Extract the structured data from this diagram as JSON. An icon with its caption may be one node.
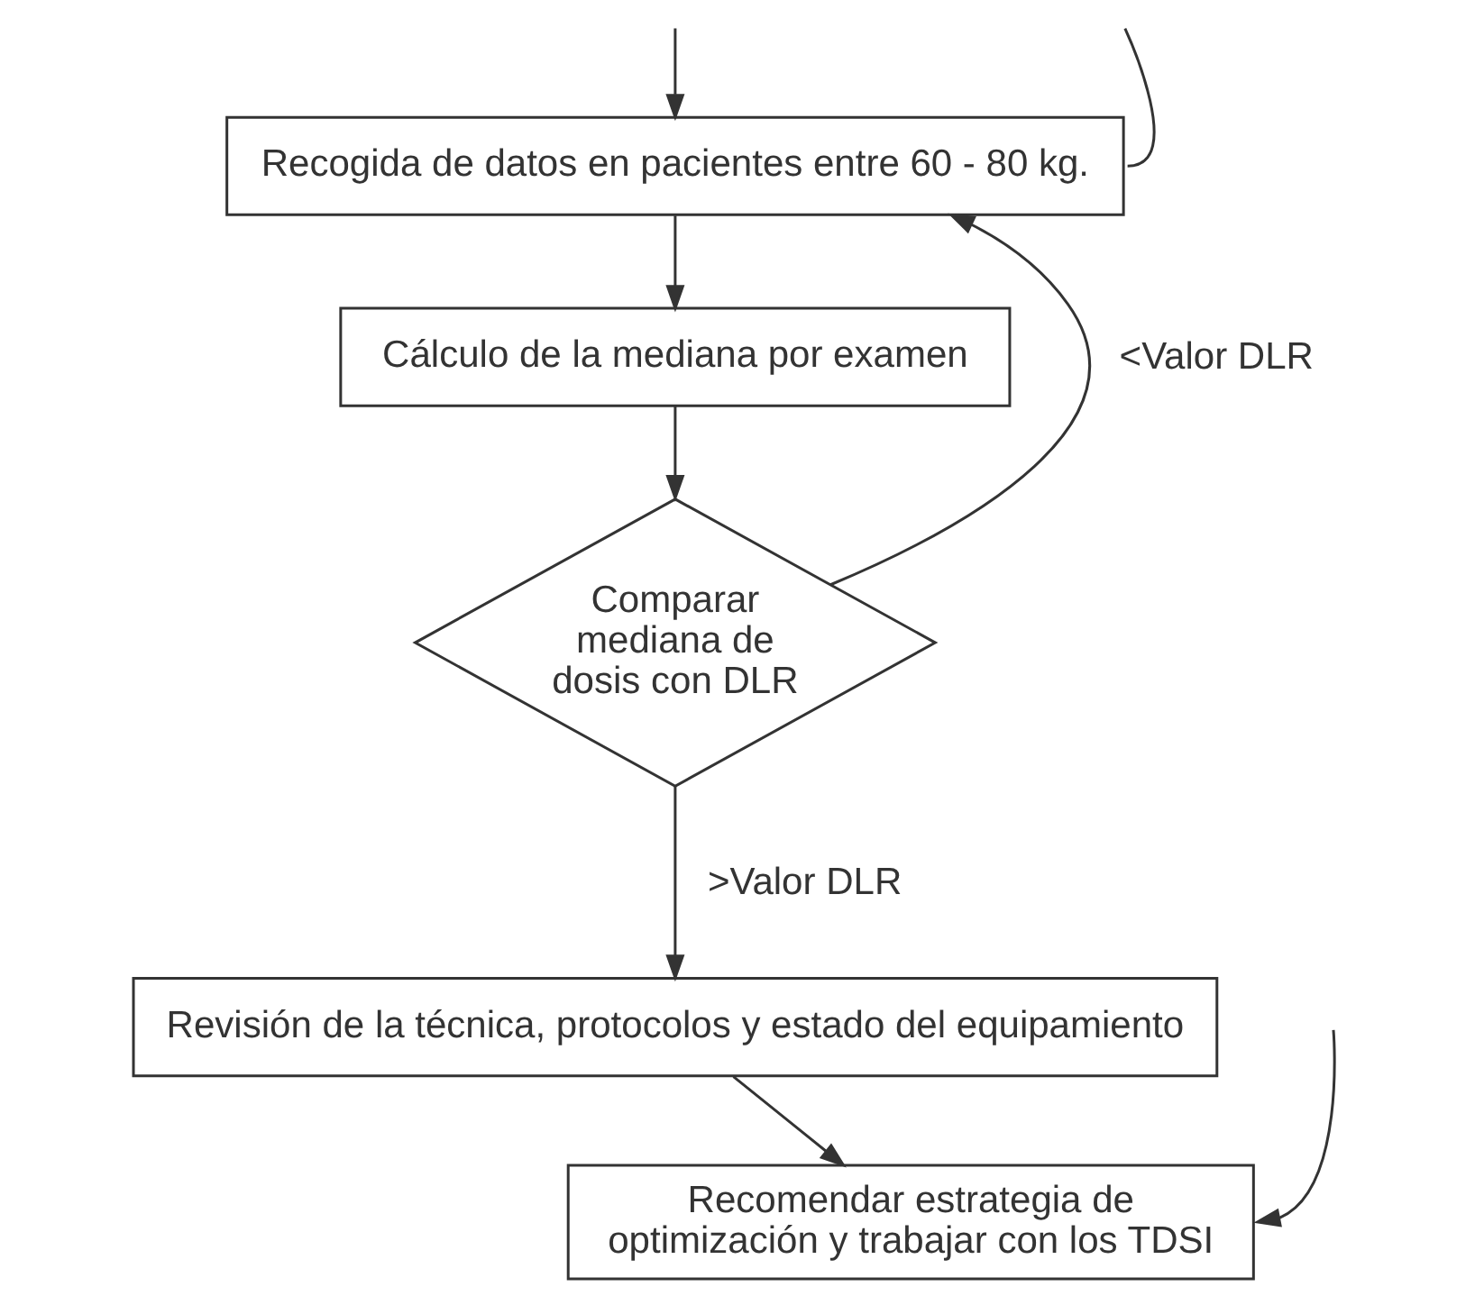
{
  "diagram": {
    "nodes": [
      {
        "text": [
          "Recogida de datos en pacientes entre 60 - 80 kg."
        ]
      },
      {
        "text": [
          "Cálculo de la mediana por examen"
        ]
      },
      {
        "text": [
          "Comparar mediana de dosis con DLR"
        ]
      },
      {
        "text": [
          "Revisión de la técnica, protocolos y estado del equipamiento"
        ]
      },
      {
        "text": [
          "Recomendar estrategia de optimización y trabajar con los TDSI"
        ]
      }
    ],
    "edges": [
      {
        "from": 0,
        "to": null,
        "arrow": "none"
      },
      {
        "from": null,
        "to": 0,
        "arrow": "to"
      },
      {
        "from": 0,
        "to": 1,
        "arrow": "to"
      },
      {
        "from": 1,
        "to": 2,
        "arrow": "to"
      },
      {
        "from": 2,
        "to": 0,
        "arrow": "to",
        "label": "<Valor DLR"
      },
      {
        "from": 2,
        "to": 3,
        "arrow": "to",
        "label": ">Valor DLR"
      },
      {
        "from": 3,
        "to": 4,
        "arrow": "to"
      },
      {
        "from": null,
        "to": 4,
        "arrow": "to"
      }
    ]
  }
}
